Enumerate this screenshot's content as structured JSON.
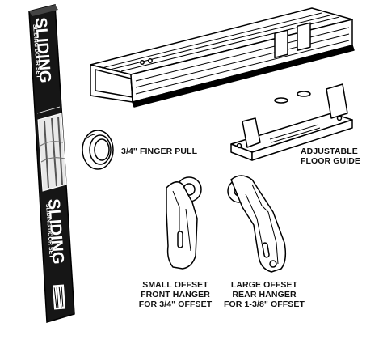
{
  "package": {
    "brand_top": "SLIDING",
    "subtitle_top": "SLIDING DOOR SET",
    "brand_bottom": "SLIDING",
    "subtitle_bottom": "SLIDING DOOR SET"
  },
  "labels": {
    "finger_pull": "3/4\" FINGER PULL",
    "floor_guide": [
      "ADJUSTABLE",
      "FLOOR GUIDE"
    ],
    "small_hanger": [
      "SMALL OFFSET",
      "FRONT HANGER",
      "FOR 3/4\" OFFSET"
    ],
    "large_hanger": [
      "LARGE OFFSET",
      "REAR HANGER",
      "FOR 1-3/8\" OFFSET"
    ]
  },
  "colors": {
    "ink": "#111111",
    "paper": "#ffffff",
    "box": "#161616"
  }
}
